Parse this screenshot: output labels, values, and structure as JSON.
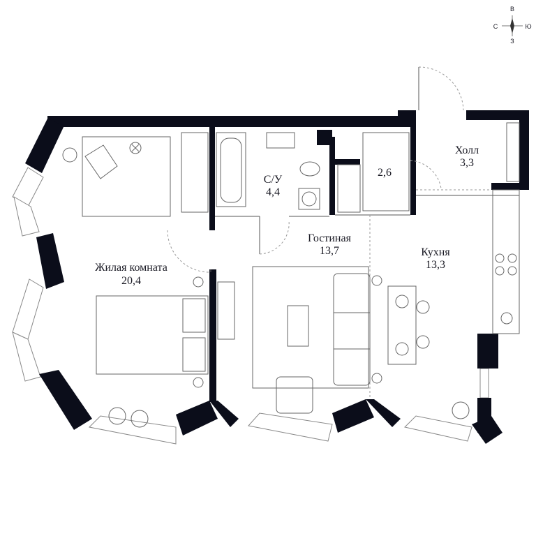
{
  "compass": {
    "n": "С",
    "e": "В",
    "s": "Ю",
    "w": "З"
  },
  "rooms": {
    "bedroom": {
      "name": "Жилая комната",
      "area": "20,4"
    },
    "bathroom": {
      "name": "С/У",
      "area": "4,4"
    },
    "storage": {
      "area": "2,6"
    },
    "hall": {
      "name": "Холл",
      "area": "3,3"
    },
    "living": {
      "name": "Гостиная",
      "area": "13,7"
    },
    "kitchen": {
      "name": "Кухня",
      "area": "13,3"
    }
  }
}
